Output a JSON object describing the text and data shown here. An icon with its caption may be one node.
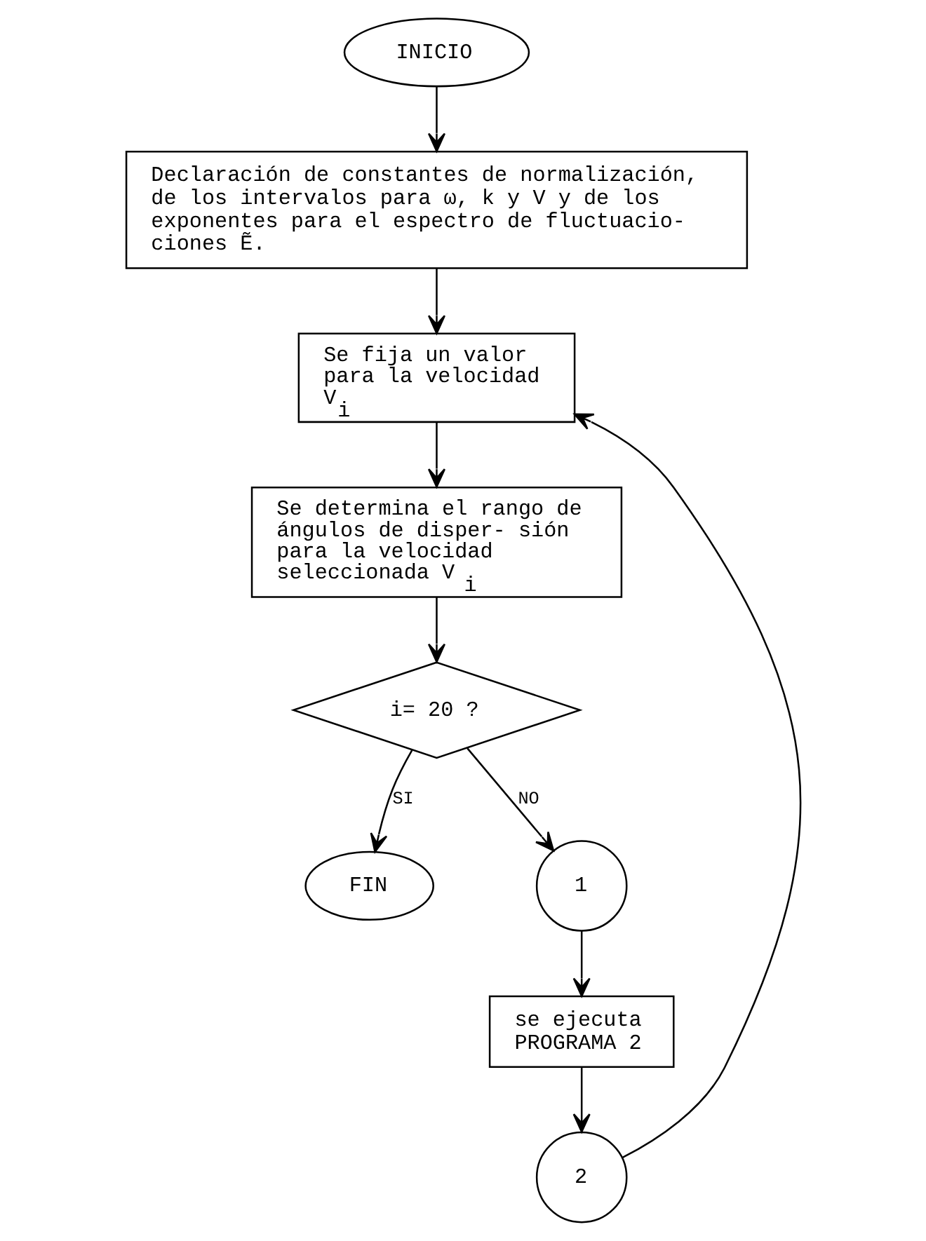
{
  "diagram": {
    "nodes": [
      {
        "text": [
          "INICIO"
        ]
      },
      {
        "text": [
          "Declaración de constantes de normalización, de los intervalos para ω, k y V y de los exponentes para el espectro de fluctuacio- ciones Ẽ."
        ]
      },
      {
        "text": [
          "Se fija un valor para la velocidad V$_{i}$"
        ]
      },
      {
        "text": [
          "Se determina el rango de ángulos de disper- sión para la velocidad seleccionada V$_{i}$"
        ]
      },
      {
        "text": [
          "i= 20 ?"
        ]
      },
      {
        "text": [
          "FIN"
        ]
      },
      {
        "text": [
          "1"
        ]
      },
      {
        "text": [
          "se ejecuta PROGRAMA 2"
        ]
      },
      {
        "text": [
          "2"
        ]
      }
    ],
    "edges": [
      {
        "from": 0,
        "to": 1,
        "arrow": "to"
      },
      {
        "from": 1,
        "to": 2,
        "arrow": "to"
      },
      {
        "from": 2,
        "to": 3,
        "arrow": "to"
      },
      {
        "from": 3,
        "to": 4,
        "arrow": "to"
      },
      {
        "from": 4,
        "to": 6,
        "arrow": "to",
        "label": "NO"
      },
      {
        "from": 6,
        "to": 7,
        "arrow": "to"
      },
      {
        "from": 7,
        "to": 8,
        "arrow": "to"
      },
      {
        "from": 8,
        "to": 2,
        "arrow": "to"
      },
      {
        "from": 4,
        "to": 5,
        "arrow": "to",
        "label": "SI"
      }
    ]
  }
}
